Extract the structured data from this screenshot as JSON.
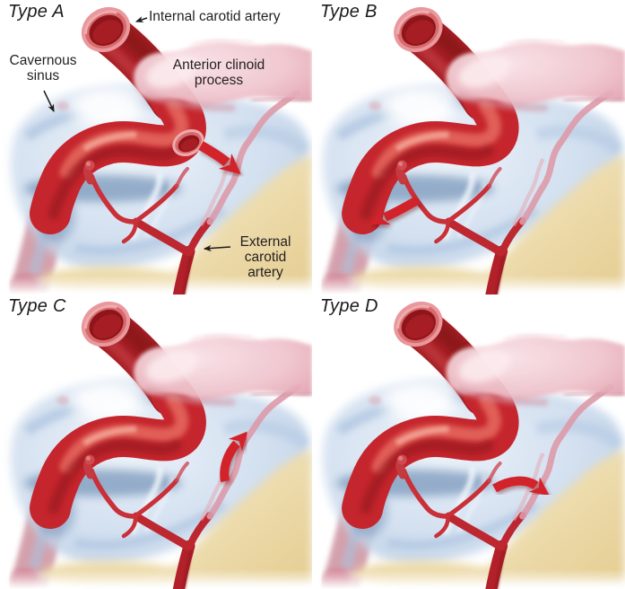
{
  "panels": [
    {
      "title": "Type A",
      "flow_arrow": "arrow-down-right-from-carotid-wall-opening"
    },
    {
      "title": "Type B",
      "flow_arrow": "arrow-down-left-from-internal-carotid-branch"
    },
    {
      "title": "Type C",
      "flow_arrow": "arrow-up-right-from-external-carotid-branch"
    },
    {
      "title": "Type D",
      "flow_arrow": "arrow-right-from-both-carotid-branches"
    }
  ],
  "labels": {
    "internal_carotid": "Internal carotid artery",
    "cavernous_sinus": "Cavernous\nsinus",
    "anterior_clinoid": "Anterior clinoid\nprocess",
    "external_carotid": "External\ncarotid\nartery"
  },
  "colors": {
    "artery_red": "#c5262d",
    "artery_dark_red": "#8d151b",
    "flow_arrow_red": "#d2232b",
    "clinoid_pink": "#efc3cc",
    "sinus_blue": "#c3d5ea",
    "bone_tan": "#ecd9a6",
    "label_text": "#231f20",
    "background": "#ffffff"
  }
}
